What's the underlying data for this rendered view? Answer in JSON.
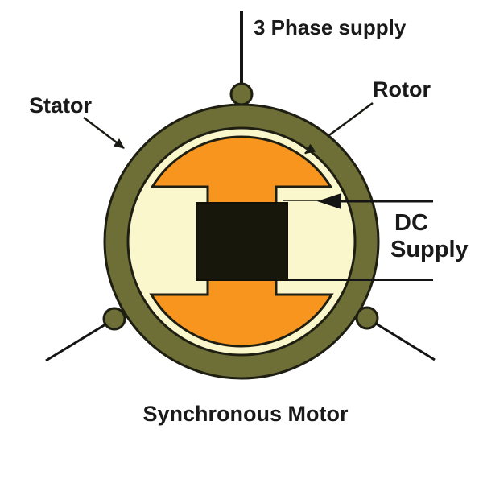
{
  "title": "Synchronous Motor",
  "labels": {
    "three_phase_supply": "3 Phase supply",
    "stator": "Stator",
    "rotor": "Rotor",
    "dc_line1": "DC",
    "dc_line2": "Supply",
    "caption": "Synchronous Motor"
  },
  "colors": {
    "stator_ring": "#6E6E37",
    "stator_bore": "#FBF7CD",
    "rotor_pole": "#F8951E",
    "field_winding": "#17170C",
    "outline": "#1E1E12",
    "wire": "#141414",
    "text": "#1A1A1A",
    "background": "#FFFFFF"
  }
}
